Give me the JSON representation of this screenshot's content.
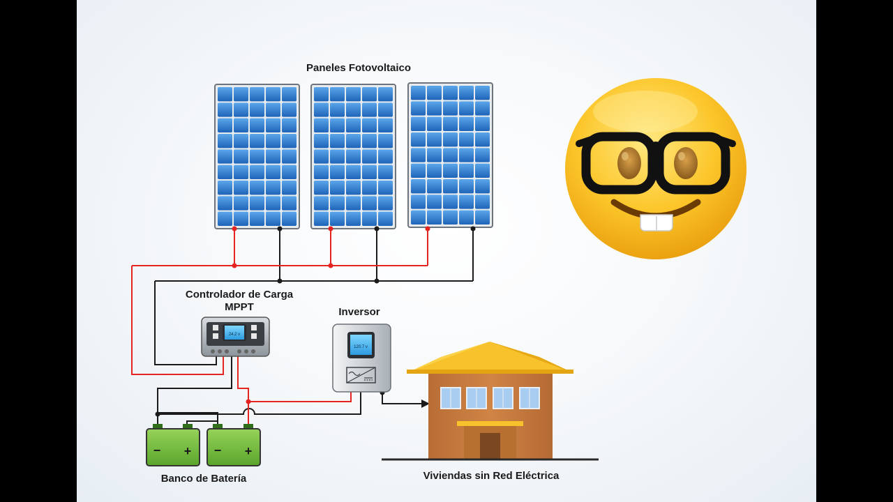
{
  "labels": {
    "panels": "Paneles Fotovoltaico",
    "controller_line1": "Controlador de Carga",
    "controller_line2": "MPPT",
    "inverter": "Inversor",
    "batteries": "Banco de Batería",
    "house": "Viviendas sin Red Eléctrica"
  },
  "displays": {
    "controller": "24.2 v",
    "inverter": "120.7 v"
  },
  "battery_terminals": {
    "negative": "−",
    "positive": "+"
  },
  "colors": {
    "positive_wire": "#e52421",
    "negative_wire": "#1a1a1a",
    "panel_cell": "#2f7fd4",
    "battery": "#7cc242",
    "roof": "#f7c22b",
    "house_wall": "#c67a3e",
    "emoji_face": "#fbc02d"
  },
  "icons": {
    "emoji": "nerd-face-icon"
  }
}
